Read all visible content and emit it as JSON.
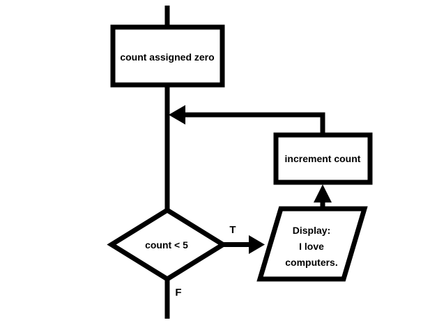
{
  "colors": {
    "ink": "#000000",
    "paper": "#ffffff"
  },
  "diagram": {
    "type": "flowchart",
    "nodes": {
      "assign": {
        "shape": "rectangle",
        "label": "count assigned zero"
      },
      "increment": {
        "shape": "rectangle",
        "label": "increment count"
      },
      "decision": {
        "shape": "diamond",
        "label": "count < 5"
      },
      "display": {
        "shape": "parallelogram",
        "lines": [
          "Display:",
          "I love",
          "computers."
        ]
      }
    },
    "branch_labels": {
      "true": "T",
      "false": "F"
    }
  }
}
